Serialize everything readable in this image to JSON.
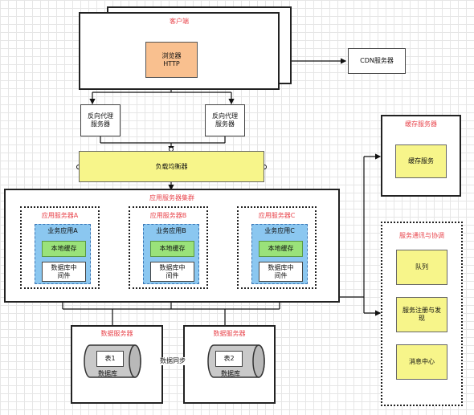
{
  "client": {
    "title": "客户端",
    "browser_line1": "浏览器",
    "browser_line2": "HTTP"
  },
  "cdn": {
    "label": "CDN服务器"
  },
  "proxies": [
    {
      "line1": "反向代理",
      "line2": "服务器"
    },
    {
      "line1": "反向代理",
      "line2": "服务器"
    }
  ],
  "load_balancer": {
    "label": "负载均衡器"
  },
  "app_cluster": {
    "title": "应用服务器集群",
    "servers": [
      {
        "title": "应用服务器A",
        "app": "业务应用A",
        "cache": "本地缓存",
        "mw1": "数据库中",
        "mw2": "间件"
      },
      {
        "title": "应用服务器B",
        "app": "业务应用B",
        "cache": "本地缓存",
        "mw1": "数据库中",
        "mw2": "间件"
      },
      {
        "title": "应用服务器C",
        "app": "业务应用C",
        "cache": "本地缓存",
        "mw1": "数据库中",
        "mw2": "间件"
      }
    ]
  },
  "data_servers": [
    {
      "title": "数据服务器",
      "table": "表1",
      "db": "数据库"
    },
    {
      "title": "数据服务器",
      "table": "表2",
      "db": "数据库"
    }
  ],
  "data_sync": {
    "label": "数据同步"
  },
  "cache_server": {
    "title": "缓存服务器",
    "service": "缓存服务"
  },
  "comm": {
    "title": "服务通讯与协调",
    "queue": "队列",
    "registry_line1": "服务注册与发",
    "registry_line2": "现",
    "message": "消息中心"
  }
}
